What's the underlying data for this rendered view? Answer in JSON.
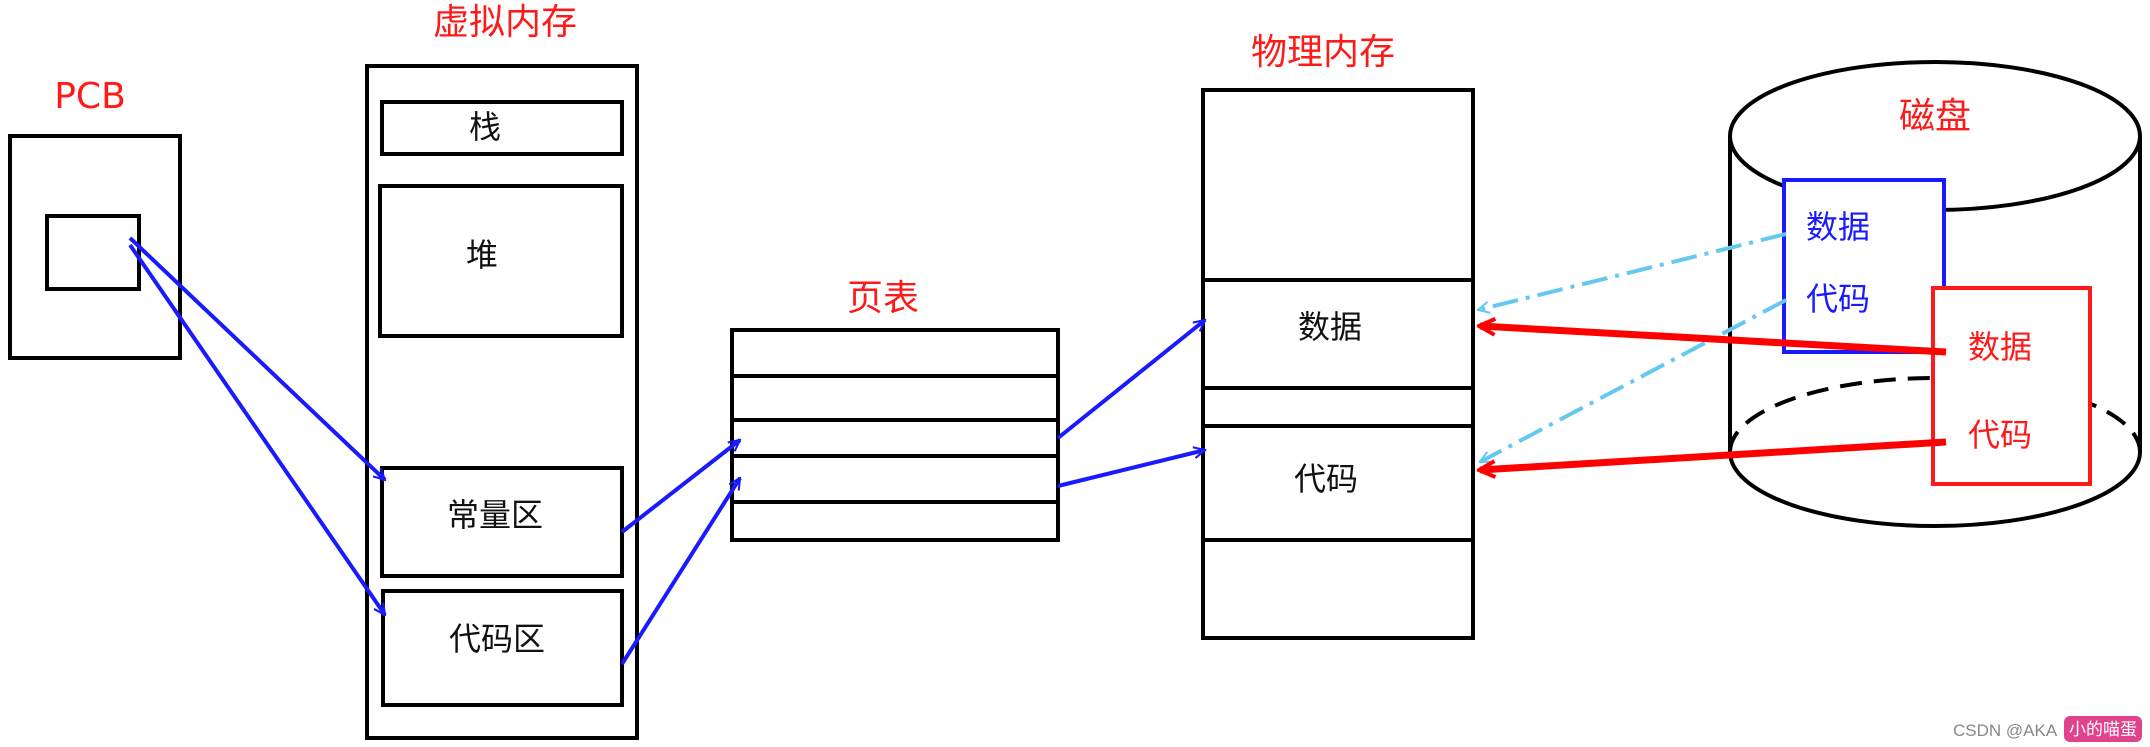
{
  "pcb": {
    "title": "PCB"
  },
  "virtual_memory": {
    "title": "虚拟内存",
    "segments": {
      "stack": "栈",
      "heap": "堆",
      "constants": "常量区",
      "code": "代码区"
    }
  },
  "page_table": {
    "title": "页表"
  },
  "physical_memory": {
    "title": "物理内存",
    "frames": {
      "data": "数据",
      "code": "代码"
    }
  },
  "disk": {
    "title": "磁盘",
    "blue_group": {
      "data": "数据",
      "code": "代码"
    },
    "red_group": {
      "data": "数据",
      "code": "代码"
    }
  },
  "watermark": {
    "text": "CSDN @AKA",
    "badge": "小的喵蛋"
  },
  "colors": {
    "label_red": "#ff1a1a",
    "arrow_blue": "#1a1aff",
    "arrow_red": "#ff0000",
    "dashed_lightblue": "#66c8f0"
  }
}
